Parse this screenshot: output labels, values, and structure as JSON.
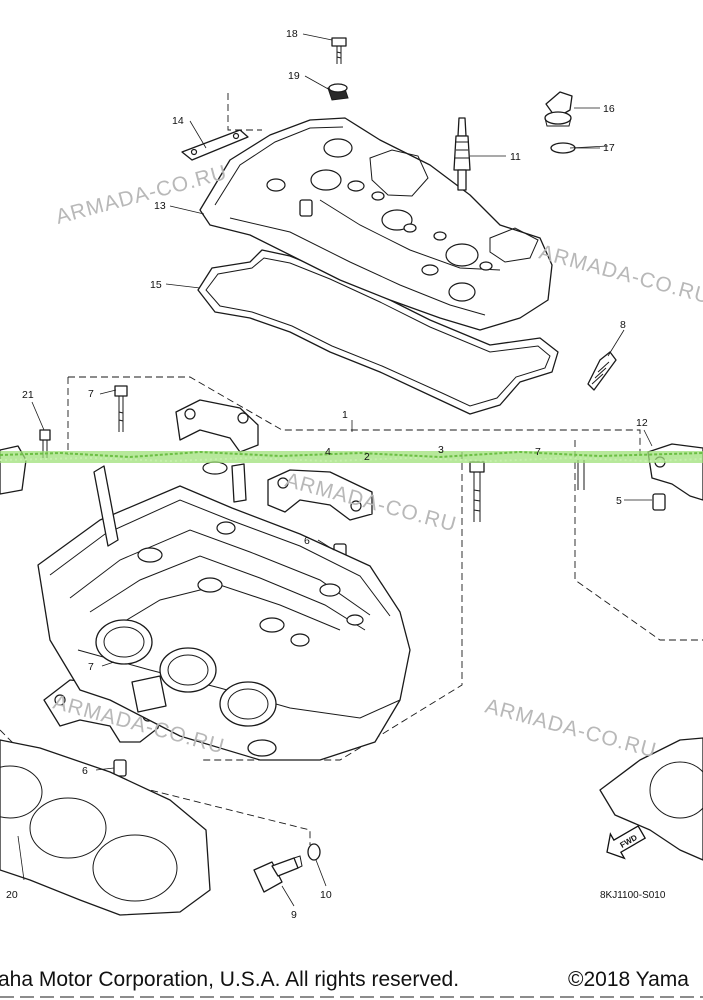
{
  "watermarks": [
    "ARMADA-CO.RU",
    "ARMADA-CO.RU",
    "ARMADA-CO.RU",
    "ARMADA-CO.RU",
    "ARMADA-CO.RU"
  ],
  "callouts": [
    "18",
    "19",
    "14",
    "16",
    "17",
    "11",
    "13",
    "15",
    "8",
    "21",
    "7",
    "1",
    "12",
    "4",
    "3",
    "7",
    "5",
    "6",
    "2",
    "7",
    "6",
    "20",
    "10",
    "9"
  ],
  "diagram_ref": "8KJ1100-S010",
  "fwd_label": "FWD",
  "footer": {
    "left": "aha Motor Corporation, U.S.A. All rights reserved.",
    "right": "©2018 Yama"
  },
  "colors": {
    "scan_stripe": "#9fe07a",
    "watermark": "#b8b8b8",
    "line": "#1a1a1a"
  }
}
